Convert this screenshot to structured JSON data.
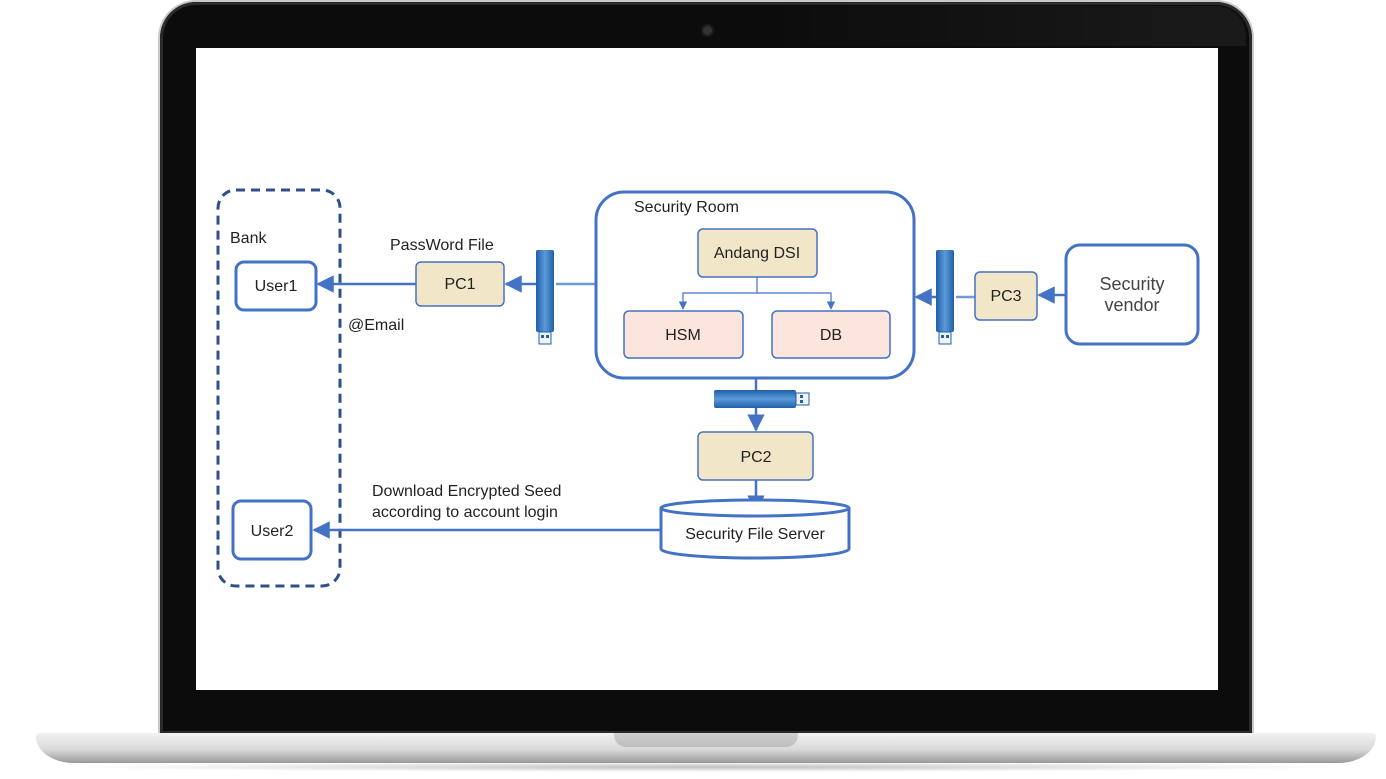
{
  "groups": {
    "bank": "Bank",
    "security_room": "Security  Room"
  },
  "nodes": {
    "user1": "User1",
    "user2": "User2",
    "pc1": "PC1",
    "pc2": "PC2",
    "pc3": "PC3",
    "andang": "Andang DSI",
    "hsm": "HSM",
    "db": "DB",
    "file_server": "Security File Server",
    "vendor_line1": "Security",
    "vendor_line2": "vendor"
  },
  "edge_labels": {
    "password_file": "PassWord File",
    "email": "@Email",
    "download_line1": "Download Encrypted Seed",
    "download_line2": "according to account login"
  },
  "colors": {
    "stroke": "#4472c4",
    "dash": "#2f4f8a",
    "beige": "#f2e6c9",
    "pink": "#fbe5dc",
    "usb": "#3f7ec4"
  }
}
